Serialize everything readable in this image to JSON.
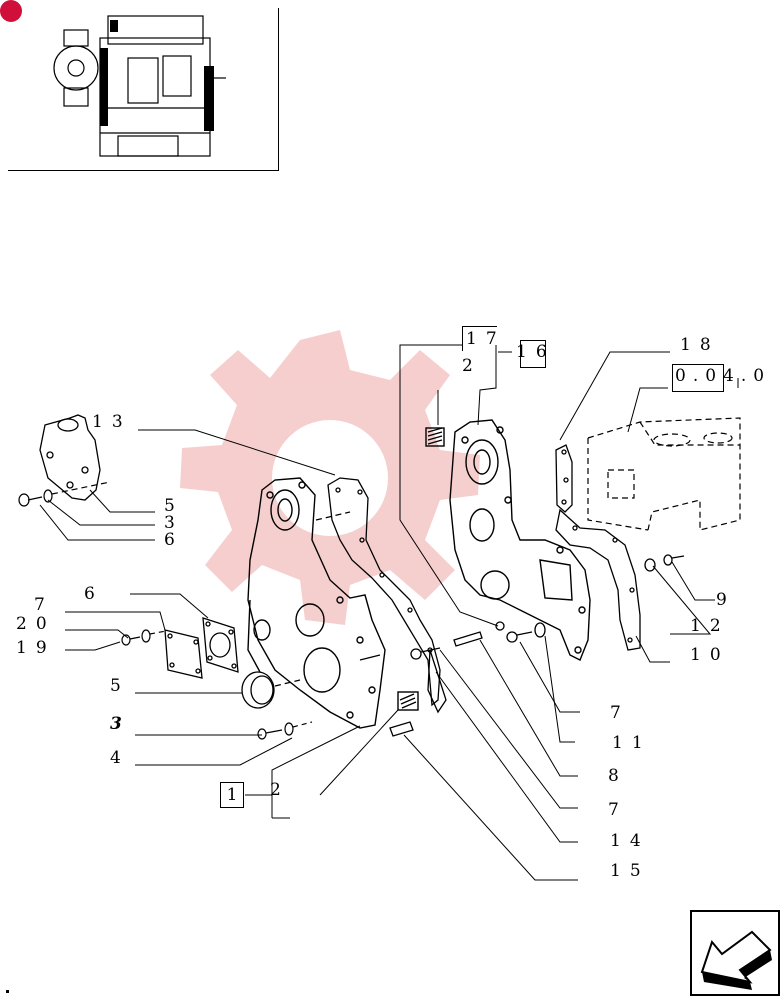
{
  "labels": {
    "n13": "13",
    "n5a": "5",
    "n3a": "3",
    "n6a": "6",
    "n6b": "6",
    "n7a": "7",
    "n20": "20",
    "n19": "19",
    "n5b": "5",
    "n3b": "3",
    "n4": "4",
    "n17": "17",
    "n2a": "2",
    "n16": "16",
    "n18": "18",
    "ref": "0.04.0",
    "n9": "9",
    "n12": "12",
    "n10": "10",
    "n7b": "7",
    "n11": "11",
    "n8": "8",
    "n7c": "7",
    "n14": "14",
    "n15": "15",
    "n1": "1",
    "n2b": "2"
  },
  "icons": {
    "nav": "arrow-back-icon",
    "thumbnail": "engine-thumbnail-icon",
    "watermark": "watermark-gear-icon"
  },
  "colors": {
    "watermark": "#f2c0c0",
    "badge": "#d0103a",
    "line": "#000000"
  }
}
